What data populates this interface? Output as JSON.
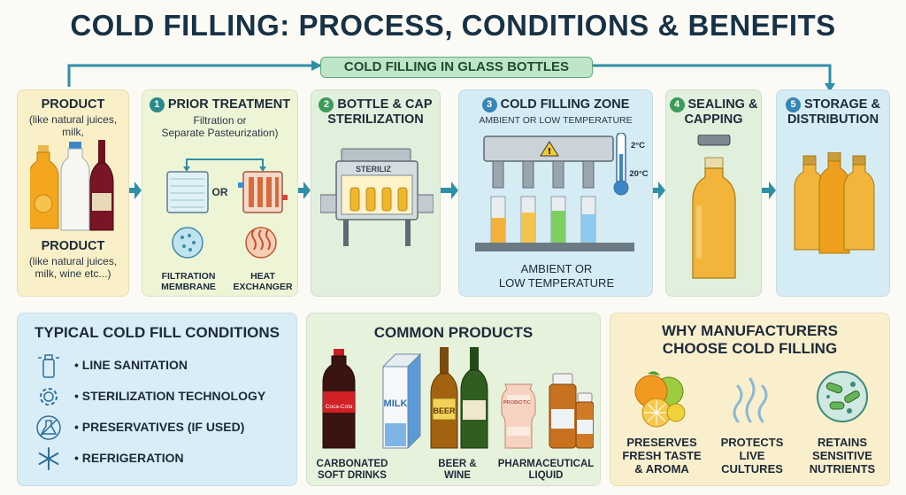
{
  "title": "COLD FILLING: PROCESS, CONDITIONS & BENEFITS",
  "banner": "COLD FILLING IN GLASS BOTTLES",
  "colors": {
    "title": "#173246",
    "flow_arrow": "#2f8fa6",
    "banner_fill": "#bfe5c9"
  },
  "steps": {
    "product": {
      "title_top": "PRODUCT",
      "desc_top": "(like natural juices, milk,",
      "title_bottom": "PRODUCT",
      "desc_bottom": "(like natural juices, milk, wine etc...)"
    },
    "prior_treatment": {
      "number": "1",
      "title": "PRIOR TREATMENT",
      "desc_line1": "Filtration or",
      "desc_line2": "Separate Pasteurization)",
      "or_label": "OR",
      "option1_line1": "FILTRATION",
      "option1_line2": "MEMBRANE",
      "option2_line1": "HEAT",
      "option2_line2": "EXCHANGER"
    },
    "sterilization": {
      "number": "2",
      "title_line1": "BOTTLE & CAP",
      "title_line2": "STERILIZATION",
      "machine_label": "STERILIZ"
    },
    "cold_filling": {
      "number": "3",
      "title": "COLD FILLING ZONE",
      "subtitle": "AMBIENT OR LOW TEMPERATURE",
      "temp_high": "2°C",
      "temp_low": "20°C",
      "bottom_line1": "AMBIENT OR",
      "bottom_line2": "LOW TEMPERATURE"
    },
    "sealing": {
      "number": "4",
      "title_line1": "SEALING &",
      "title_line2": "CAPPING"
    },
    "storage": {
      "number": "5",
      "title_line1": "STORAGE &",
      "title_line2": "DISTRIBUTION"
    }
  },
  "conditions": {
    "title": "TYPICAL COLD FILL CONDITIONS",
    "items": [
      {
        "label": "• LINE SANITATION",
        "icon": "bottle-spray-icon"
      },
      {
        "label": "• STERILIZATION TECHNOLOGY",
        "icon": "gear-icon"
      },
      {
        "label": "• PRESERVATIVES (IF USED)",
        "icon": "flask-crossed-icon"
      },
      {
        "label": "• REFRIGERATION",
        "icon": "snowflake-icon"
      }
    ]
  },
  "products": {
    "title": "COMMON PRODUCTS",
    "milk_text": "MILK",
    "beer_text": "BEER",
    "probiotic_text": "PROBIOTIC",
    "cola_text": "Coca-Cola",
    "labels": {
      "soft_drinks_line1": "CARBONATED",
      "soft_drinks_line2": "SOFT DRINKS",
      "beer_line1": "BEER &",
      "beer_line2": "WINE",
      "pharma_line1": "PHARMACEUTICAL",
      "pharma_line2": "LIQUID"
    }
  },
  "benefits": {
    "title_line1": "WHY MANUFACTURERS",
    "title_line2": "CHOOSE COLD FILLING",
    "items": [
      {
        "line1": "PRESERVES",
        "line2": "FRESH TASTE",
        "line3": "& AROMA",
        "icon": "citrus-fruit-icon"
      },
      {
        "line1": "PROTECTS",
        "line2": "LIVE",
        "line3": "CULTURES",
        "icon": "steam-waves-icon"
      },
      {
        "line1": "RETAINS",
        "line2": "SENSITIVE",
        "line3": "NUTRIENTS",
        "icon": "microbe-icon"
      }
    ]
  }
}
